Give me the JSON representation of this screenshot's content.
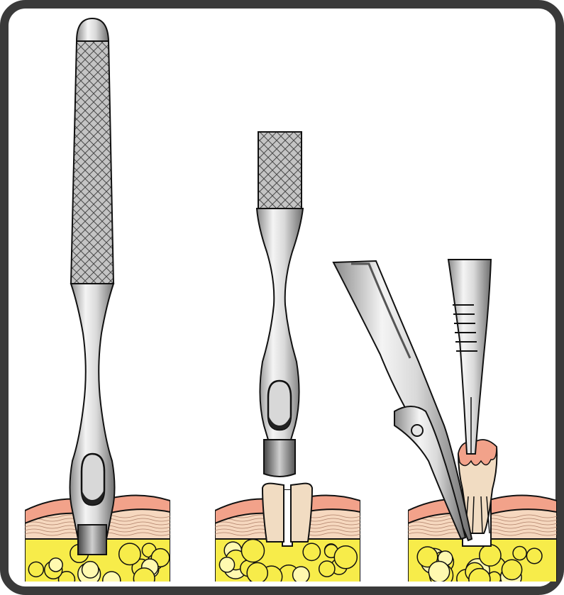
{
  "figure": {
    "panels": [
      {
        "id": "punch-insertion",
        "depicts": "biopsy-punch"
      },
      {
        "id": "punch-withdrawn",
        "depicts": "biopsy-punch"
      },
      {
        "id": "core-excision",
        "depicts": [
          "forceps",
          "scissors",
          "skin-core"
        ]
      }
    ]
  },
  "colors": {
    "frame": "#3a3a3a",
    "background": "#ffffff",
    "outline": "#111111",
    "steel_light": "#f2f2f2",
    "steel_mid": "#c8c8c8",
    "steel_dark": "#7a7a7a",
    "knurl": "#b8b8b8",
    "epidermis": "#f2a28a",
    "dermis": "#f6d8bf",
    "fat": "#f7ec4a",
    "fat_alt": "#fff9b0",
    "tissue_core": "#f1dcc2"
  }
}
